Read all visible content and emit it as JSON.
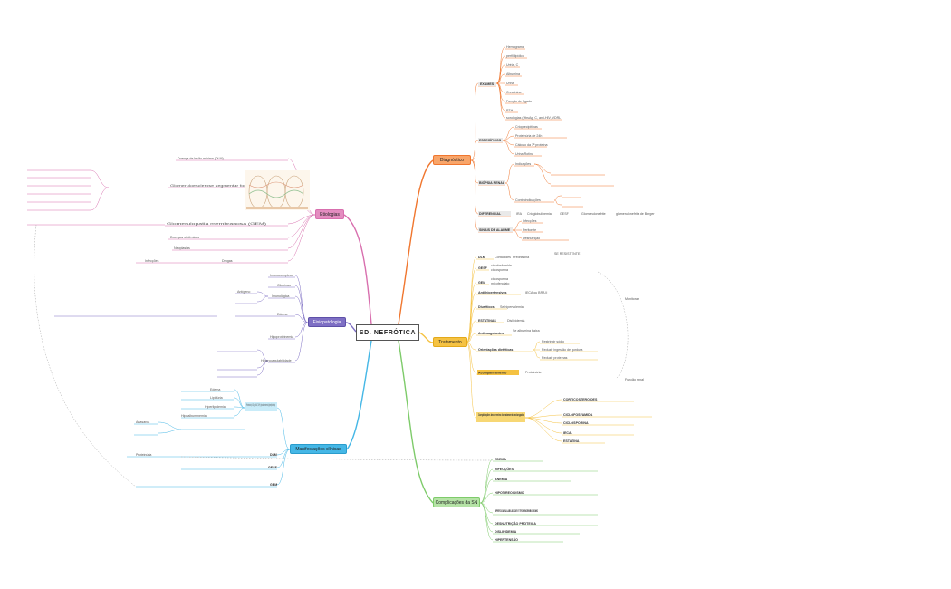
{
  "root": "SD. NEFRÓTICA",
  "colors": {
    "diagnostico": "#f0762e",
    "tratamento": "#f5c242",
    "complicacoes": "#7ecb6a",
    "manifestacoes": "#45b7e6",
    "fisiopatologia": "#7e6fc4",
    "etiologias": "#d86fae",
    "accent_dark": "#333333"
  },
  "branches": {
    "diagnostico": {
      "title": "Diagnóstico",
      "groups": [
        {
          "label": "EXAMES",
          "items": [
            "Hemograma",
            "perfil lipídico",
            "Uréia, C",
            "Albumina",
            "Urina",
            "Creatinina",
            "Função de fígado",
            "PTH",
            "sorologias (HbsAg, C, anti-HIV, VDRL"
          ]
        },
        {
          "label": "ESPECÍFICOS",
          "items": [
            "Crioprecipitinas",
            "Proteinúria de 24h",
            "Cálculo da 1ª proteína",
            "Urina Rotina"
          ]
        },
        {
          "label": "BIÓPSIA RENAL",
          "items": [
            "Indicações",
            "Contraindicações"
          ]
        },
        {
          "label": "DIFERENCIAL",
          "items": [
            "IRA",
            "Crioglobulinemia",
            "GESF",
            "Glomerulonefrite",
            "glomerulonefrite de Berger"
          ]
        },
        {
          "label": "SINAIS DE ALARME",
          "items": [
            "Infecções",
            "Peritonite",
            "Desnutrição"
          ]
        }
      ]
    },
    "tratamento": {
      "title": "Tratamento",
      "groups": [
        {
          "label": "DLM",
          "items": [
            "Corticoides",
            "Prednisona",
            "SE RESISTENTE"
          ]
        },
        {
          "label": "GESF",
          "items": [
            "ciclofosfamida",
            "ciclosporina"
          ]
        },
        {
          "label": "GEM",
          "items": [
            "ciclosporina",
            "micofenolato"
          ]
        },
        {
          "label": "Anti-hipertensivos",
          "items": [
            "IECA ou BRA II"
          ]
        },
        {
          "label": "Diuréticos",
          "items": [
            "Se hipervolemia",
            "Monitorar"
          ]
        },
        {
          "label": "ESTATINAS",
          "items": [
            "Dislipidemia"
          ]
        },
        {
          "label": "Anticoagulantes",
          "items": [
            "Se albumina baixa"
          ]
        },
        {
          "label": "Orientações dietéticas",
          "items": [
            "Restringir sódio",
            "Reduzir ingestão de gordura",
            "Reduzir proteínas"
          ]
        },
        {
          "label": "Acompanhamento",
          "items": [
            "Proteinúria",
            "Função renal"
          ]
        },
        {
          "label": "Complicações decorrentes do tratamento prolongado",
          "items": [
            "CORTICOSTEROIDES",
            "CICLOFOSFAMIDA",
            "CICLOSPORINA",
            "IECA",
            "ESTATINA"
          ]
        }
      ]
    },
    "complicacoes": {
      "title": "Complicações da SN",
      "items": [
        "EDEMA",
        "INFECÇÕES",
        "ANEMIA",
        "HIPOTIREOIDISMO",
        "HIPERCOAGULABILIDADE E TROMBOEMBOLISMO",
        "DESNUTRIÇÃO PROTEICA",
        "DISLIPIDEMIA",
        "HIPERTENSÃO"
      ]
    },
    "manifestacoes": {
      "title": "Manifestações clínicas",
      "highlight": "Proteinúria (>3,5 g/24h/1,73m²); hipoalbuminemia (hiperlipidemia)",
      "items": [
        "Edema",
        "Lipidúria",
        "Hiperlipidemia",
        "Hipoalbuminemia",
        "Anasarca",
        "Proteinúria",
        "DLM",
        "GESF",
        "GEM"
      ]
    },
    "fisiopatologia": {
      "title": "Fisiopatologia",
      "items": [
        "Imunocomplexo",
        "Citocinas",
        "Imunológica",
        "Antígeno",
        "Edema",
        "Hipoproteinemia",
        "Hipercoagulabilidade"
      ]
    },
    "etiologias": {
      "title": "Etiologias",
      "items": [
        "Doença de lesão mínima (DLM)",
        "Glomeruloesclerose segmentar focal (GESF)",
        "Glomerulopatia membranosa (GEM)",
        "Doenças sistêmicas",
        "Neoplasias",
        "Infecções",
        "Drogas"
      ]
    }
  }
}
